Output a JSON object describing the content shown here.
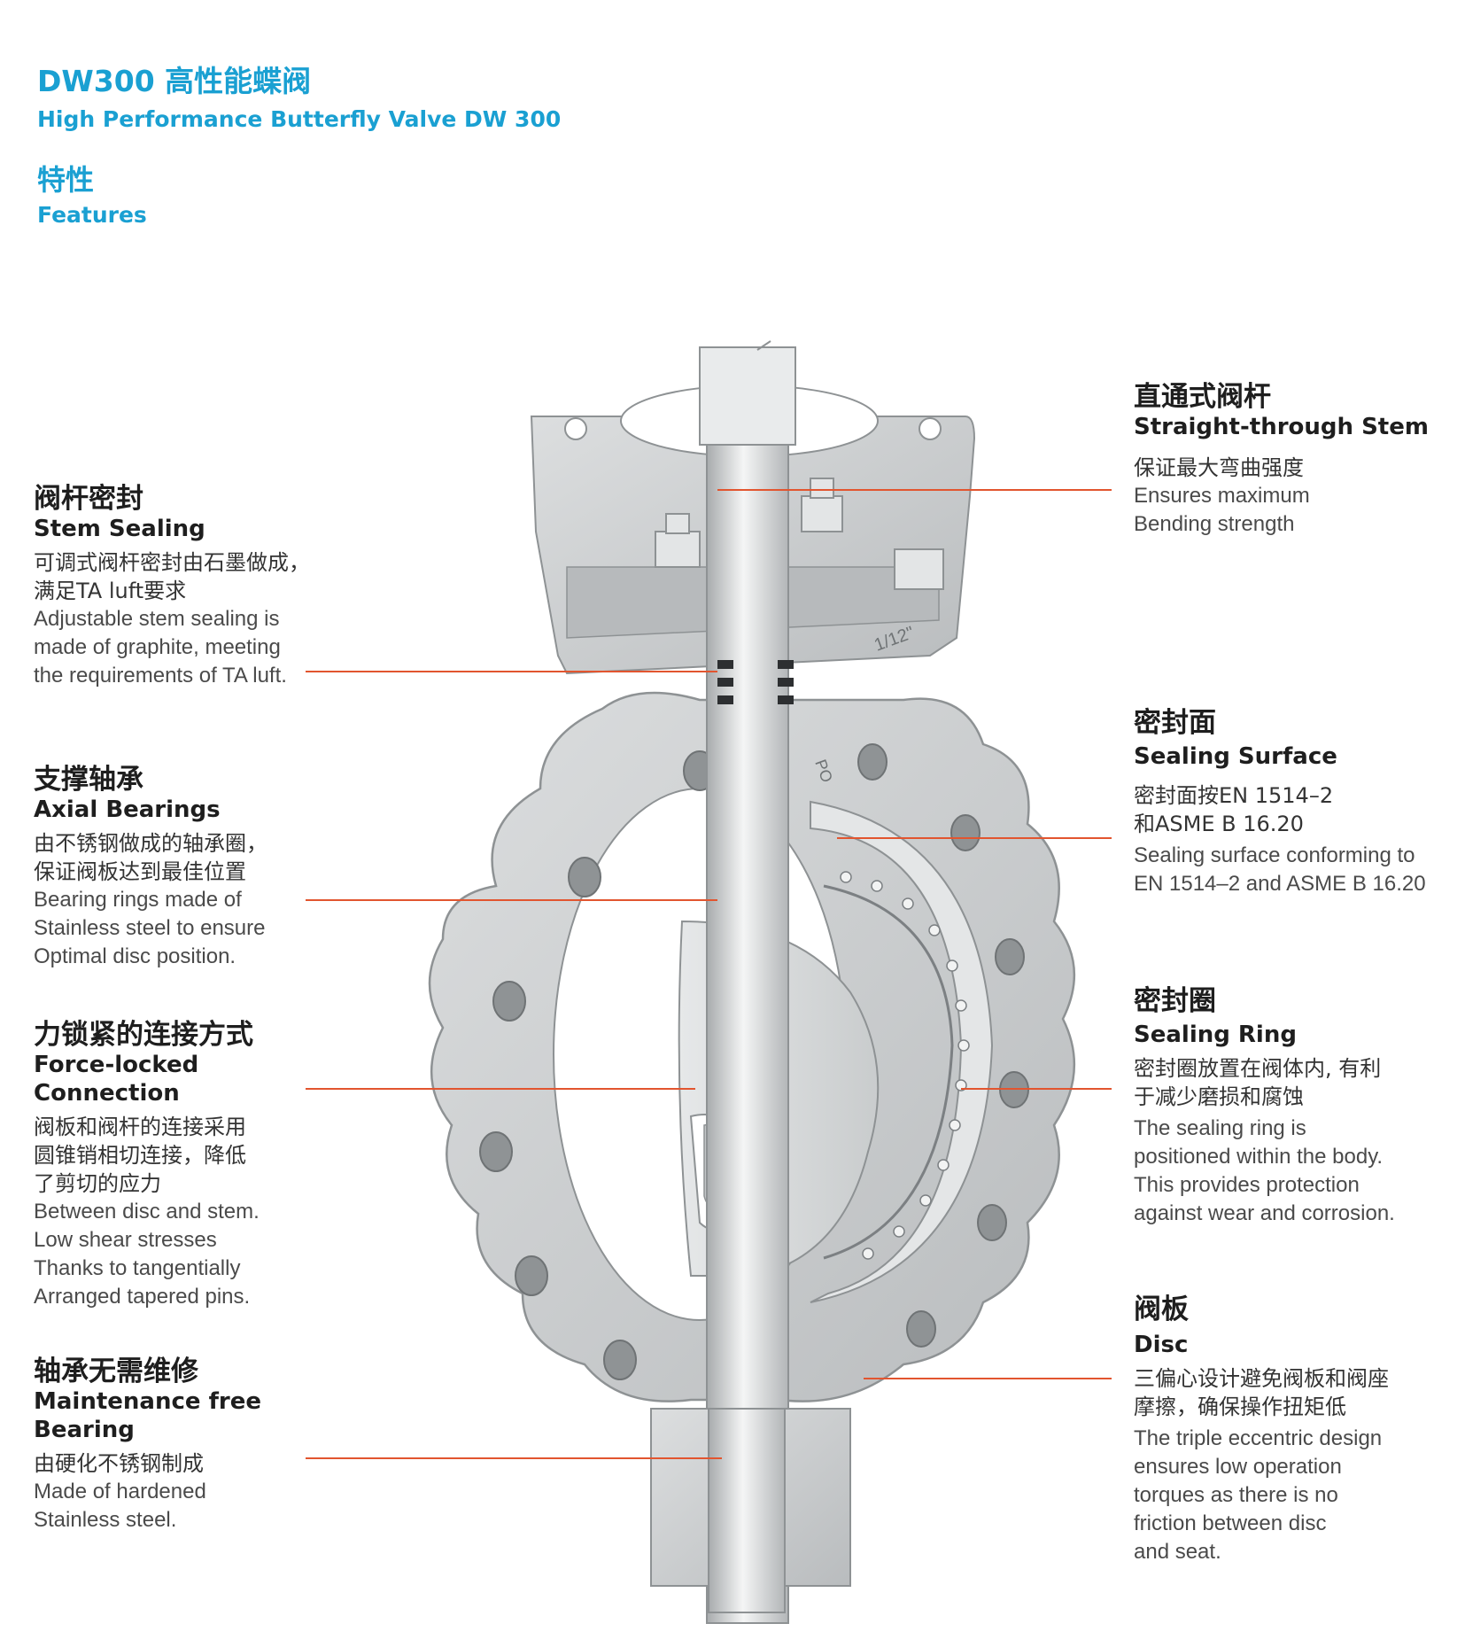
{
  "header": {
    "title_zh": "DW300 高性能蝶阀",
    "title_en": "High Performance Butterfly Valve DW 300",
    "section_zh": "特性",
    "section_en": "Features"
  },
  "features_left": [
    {
      "title_zh": "阀杆密封",
      "title_en": "Stem Sealing",
      "desc_zh": "可调式阀杆密封由石墨做成，\n满足TA luft要求",
      "desc_en": "Adjustable stem sealing is\nmade of graphite, meeting\nthe requirements of TA luft."
    },
    {
      "title_zh": "支撑轴承",
      "title_en": "Axial Bearings",
      "desc_zh": "由不锈钢做成的轴承圈，\n保证阀板达到最佳位置",
      "desc_en": "Bearing rings made of\nStainless steel to ensure\nOptimal disc position."
    },
    {
      "title_zh": "力锁紧的连接方式",
      "title_en": "Force-locked Connection",
      "desc_zh": "阀板和阀杆的连接采用\n圆锥销相切连接，降低\n了剪切的应力",
      "desc_en": "Between disc and stem.\nLow shear stresses\nThanks to tangentially\nArranged tapered pins."
    },
    {
      "title_zh": "轴承无需维修",
      "title_en": "Maintenance free\nBearing",
      "desc_zh": "由硬化不锈钢制成",
      "desc_en": "Made of hardened\nStainless steel."
    }
  ],
  "features_right": [
    {
      "title_zh": "直通式阀杆",
      "title_en": "Straight-through Stem",
      "desc_zh": "保证最大弯曲强度",
      "desc_en": "Ensures maximum\nBending strength"
    },
    {
      "title_zh": "密封面",
      "title_en": "Sealing Surface",
      "desc_zh": "密封面按EN 1514–2\n和ASME B 16.20",
      "desc_en": "Sealing surface conforming to\nEN 1514–2 and ASME B 16.20"
    },
    {
      "title_zh": "密封圈",
      "title_en": "Sealing Ring",
      "desc_zh": "密封圈放置在阀体内, 有利\n于减少磨损和腐蚀",
      "desc_en": "The sealing ring is\npositioned within the body.\nThis provides protection\nagainst wear and corrosion."
    },
    {
      "title_zh": "阀板",
      "title_en": "Disc",
      "desc_zh": "三偏心设计避免阀板和阀座\n摩擦，确保操作扭矩低",
      "desc_en": "The triple eccentric design\nensures low operation\ntorques as there is no\nfriction between disc\nand seat."
    }
  ],
  "illustration": {
    "stem_marking": "1/12\"",
    "body_marking": "PO"
  },
  "colors": {
    "brand": "#1aa0d2",
    "leader": "#e2552f",
    "metal": "#cfd2d4"
  }
}
